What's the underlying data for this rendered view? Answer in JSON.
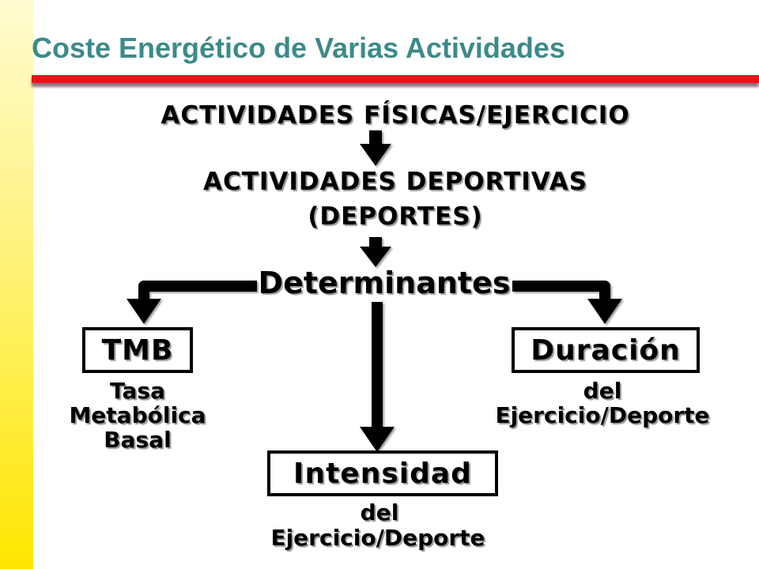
{
  "slide": {
    "title": "Coste Energético de Varias Actividades"
  },
  "diagram": {
    "level1": "ACTIVIDADES FÍSICAS/EJERCICIO",
    "level2_line1": "ACTIVIDADES DEPORTIVAS",
    "level2_line2": "(DEPORTES)",
    "hub": "Determinantes",
    "left": {
      "box": "TMB",
      "caption_line1": "Tasa",
      "caption_line2": "Metabólica",
      "caption_line3": "Basal"
    },
    "right": {
      "box": "Duración",
      "caption_line1": "del",
      "caption_line2": "Ejercicio/Deporte"
    },
    "center": {
      "box": "Intensidad",
      "caption_line1": "del",
      "caption_line2": "Ejercicio/Deporte"
    }
  },
  "colors": {
    "title": "#3d8a8a",
    "rule": "#e8141a",
    "sidebar": "#fff27a",
    "arrows": "#000000"
  }
}
